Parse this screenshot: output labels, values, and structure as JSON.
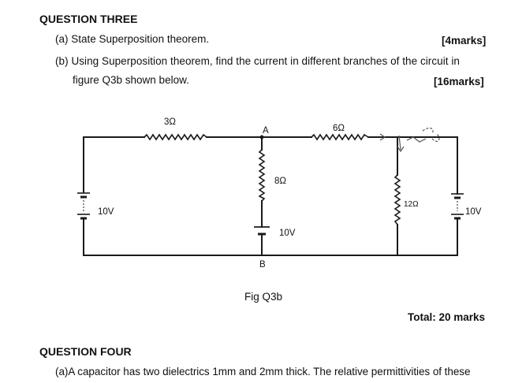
{
  "q3": {
    "heading": "QUESTION THREE",
    "a_text": "(a) State Superposition theorem.",
    "a_marks": "[4marks]",
    "b_text_line1": "(b) Using Superposition theorem, find the current in different branches of the circuit in",
    "b_text_line2": "figure Q3b shown below.",
    "b_marks": "[16marks]"
  },
  "circuit": {
    "r1": "3Ω",
    "r2": "6Ω",
    "r3": "8Ω",
    "r4": "12Ω",
    "v_left": "10V",
    "v_mid": "10V",
    "v_right": "10V",
    "node_a": "A",
    "node_b": "B"
  },
  "figure_caption": "Fig Q3b",
  "total": "Total: 20 marks",
  "q4": {
    "heading": "QUESTION FOUR",
    "a_text": "(a)A capacitor has two dielectrics 1mm and 2mm thick. The relative permittivities of these"
  }
}
